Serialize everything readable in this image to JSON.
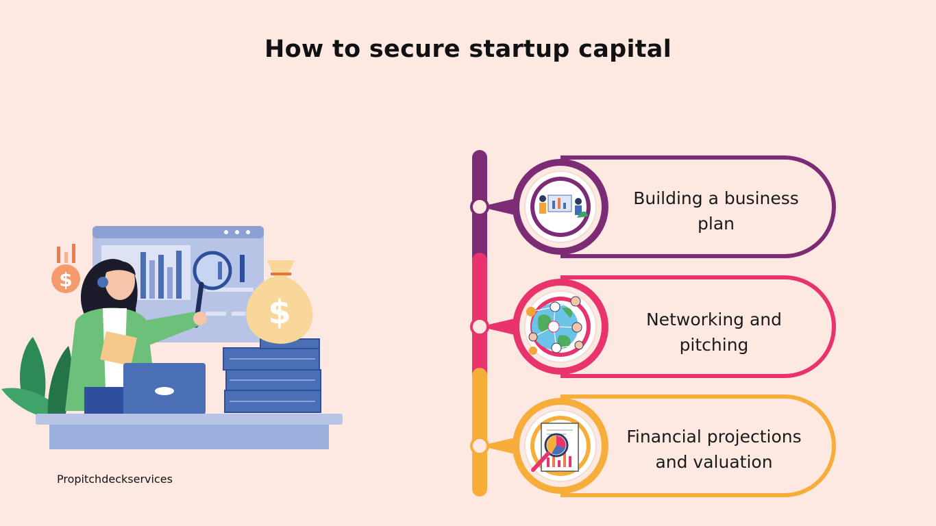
{
  "title": "How to secure startup capital",
  "brand": "Propitchdeckservices",
  "steps": [
    {
      "label": "Building a business plan",
      "color": "#7b2c74",
      "icon": "business-plan-icon"
    },
    {
      "label": "Networking and pitching",
      "color": "#e8336d",
      "icon": "network-globe-icon"
    },
    {
      "label": "Financial projections and valuation",
      "color": "#f7ad3a",
      "icon": "financial-report-icon"
    }
  ]
}
